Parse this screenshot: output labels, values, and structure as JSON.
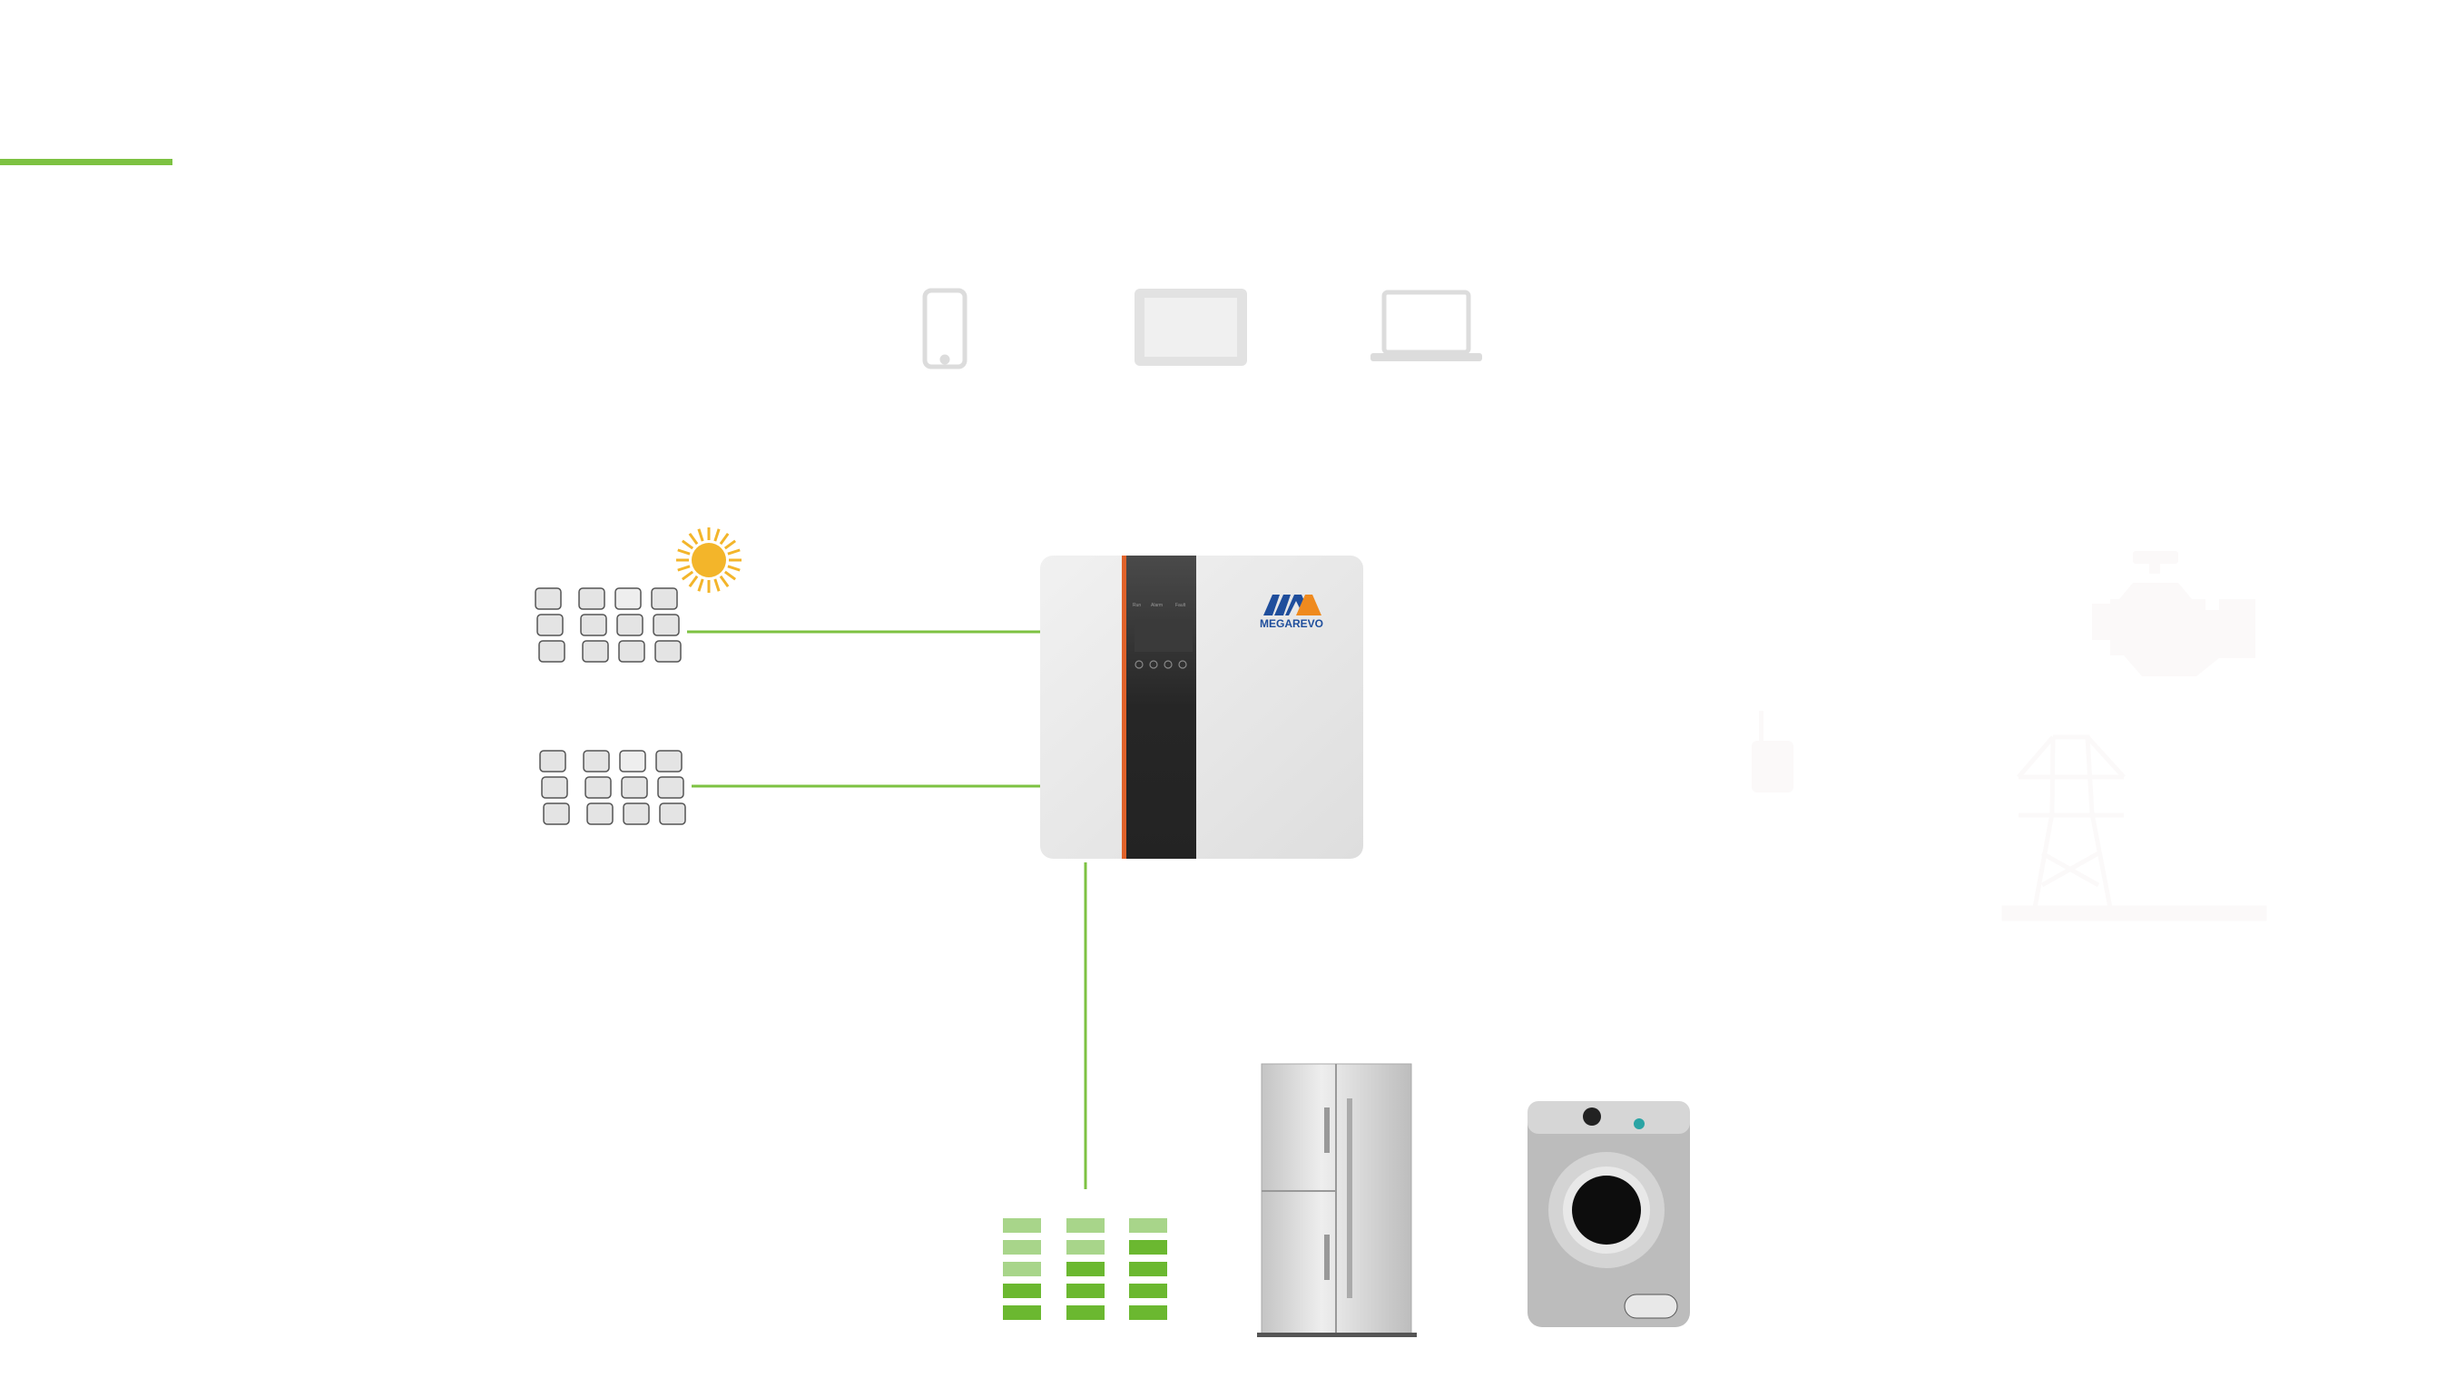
{
  "colors": {
    "accent_green": "#7dc242",
    "battery_dark": "#6bb830",
    "battery_light": "#a8d58a",
    "inverter_panel": "#2a2a2a",
    "inverter_stripe": "#e0622a",
    "logo_blue": "#1f4e9c",
    "logo_orange": "#ef8a1e",
    "sun": "#f3b52a",
    "faint_icon": "#fbf9f9"
  },
  "inverter": {
    "brand": "MEGAREVO",
    "indicators": [
      "Run",
      "Alarm",
      "Fault"
    ]
  },
  "icons": {
    "devices": [
      "phone-icon",
      "tablet-icon",
      "laptop-icon"
    ],
    "sources": [
      "sun-icon",
      "solar-panel-icon",
      "solar-panel-icon"
    ],
    "loads": [
      "battery-icon",
      "refrigerator-icon",
      "washing-machine-icon"
    ],
    "faint": [
      "generator-engine-icon",
      "meter-icon",
      "power-tower-icon"
    ]
  },
  "battery": {
    "column_charge_bars": [
      2,
      3,
      4
    ],
    "bars_per_column": 5
  }
}
